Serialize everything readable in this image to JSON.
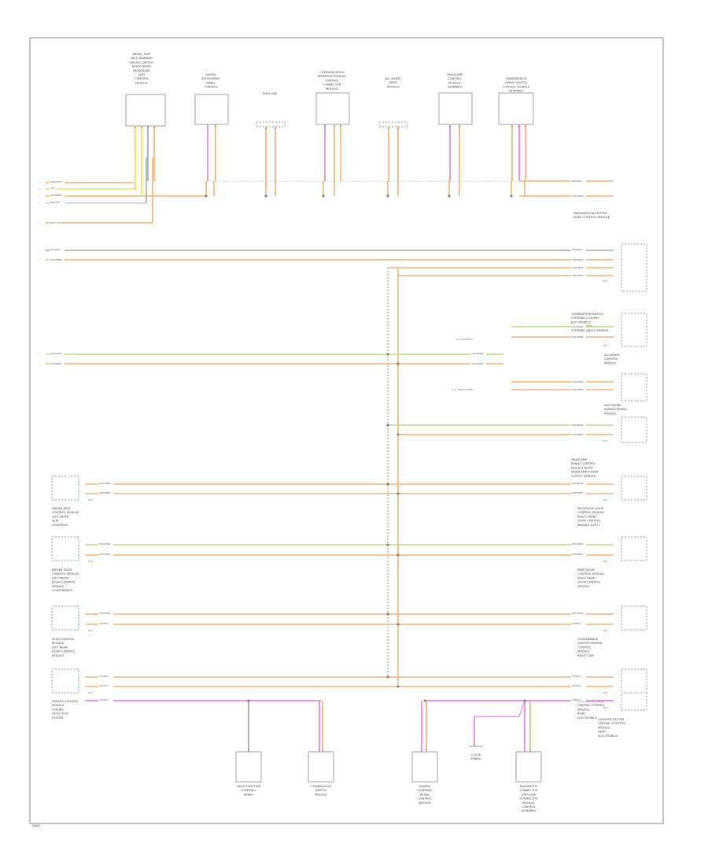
{
  "diagram": {
    "figure_id": "19801",
    "top_components": [
      {
        "id": "c1",
        "lines": [
          "BRAKE, SEAT",
          "BELT WARNING",
          "BUCKLE SWITCH",
          "RIGHT FRONT",
          "PASSENGER",
          "SEAT",
          "CONTROL",
          "MODULE"
        ]
      },
      {
        "id": "c2",
        "lines": [
          "DIGITAL",
          "INSTRUMENT",
          "PANEL",
          "CONTROL"
        ]
      },
      {
        "id": "c3",
        "lines": [
          "DATA LINK"
        ]
      },
      {
        "id": "c4",
        "lines": [
          "COMMUNICATION",
          "INTERFACE MODULE",
          "CONTROL",
          "CONNECTOR",
          "MODULE"
        ]
      },
      {
        "id": "c5",
        "lines": [
          "ALL-WHEEL",
          "DRIVE",
          "MODULE"
        ]
      },
      {
        "id": "c6",
        "lines": [
          "HEADLAMP",
          "CONTROL",
          "MODULE",
          "ASSEMBLY"
        ]
      },
      {
        "id": "c7",
        "lines": [
          "TRANSMISSION",
          "RANGE SWITCH",
          "CONTROL MODULE",
          "ASSEMBLY"
        ]
      }
    ],
    "right_components": [
      {
        "id": "r1",
        "lines": [
          "TRANSMISSION SHIFTER",
          "LEVER CONTROL MODULE"
        ]
      },
      {
        "id": "r2",
        "lines": [
          "COMBINATION SWITCH",
          "STEERING COLUMN",
          "ELECTRONICS",
          "MODULE WITH",
          "STEERING ANGLE SENSOR"
        ]
      },
      {
        "id": "r3",
        "lines": [
          "ALL-WHEEL",
          "CONTROL",
          "MODULE"
        ]
      },
      {
        "id": "r4",
        "lines": [
          "ELECTRONIC",
          "PARKING BRAKE",
          "MODULE"
        ]
      },
      {
        "id": "r5",
        "lines": [
          "HEADLAMP",
          "RANGE CONTROL",
          "MODULE RIGHT",
          "HEADLAMP POWER",
          "OUTPUT MODULE"
        ]
      },
      {
        "id": "r6",
        "lines": [
          "PASSENGER DOOR",
          "CONTROL MODULE",
          "RIGHT FRONT",
          "DOOR CONTROL",
          "MODULE (LEFT)"
        ]
      },
      {
        "id": "r7",
        "lines": [
          "REAR DOOR",
          "CONTROL MODULE",
          "RIGHT REAR",
          "DOOR CONTROL",
          "MODULE"
        ]
      },
      {
        "id": "r8",
        "lines": [
          "CONVENIENCE",
          "SYSTEM CENTRAL",
          "CONTROL",
          "MODULE",
          "RIGHT SIDE"
        ]
      },
      {
        "id": "r9",
        "lines": [
          "COMFORT SYSTEM",
          "CENTRAL CONTROL",
          "MODULE",
          "REAR",
          "ELECTRONICS"
        ]
      }
    ],
    "left_components": [
      {
        "id": "l1",
        "lines": [
          "DRIVER SEAT",
          "CONTROL MODULE",
          "LEFT FRONT",
          "SEAT",
          "CONTROLS"
        ]
      },
      {
        "id": "l2",
        "lines": [
          "DRIVER DOOR",
          "CONTROL MODULE",
          "LEFT FRONT",
          "DOOR CONTROL",
          "MODULE",
          "CONVENIENCE"
        ]
      },
      {
        "id": "l3",
        "lines": [
          "REAR CONTROL",
          "MODULE",
          "LEFT REAR",
          "DOOR CONTROL",
          "MODULE"
        ]
      },
      {
        "id": "l4",
        "lines": [
          "TRAILER CONTROL",
          "MODULE",
          "TOWING",
          "DETECTION",
          "SYSTEM"
        ]
      }
    ],
    "bottom_components": [
      {
        "id": "b1",
        "lines": [
          "MULTI-FUNCTION",
          "STEERING",
          "WHEEL"
        ]
      },
      {
        "id": "b2",
        "lines": [
          "COMBINATION",
          "SWITCH",
          "MODULE"
        ]
      },
      {
        "id": "b3",
        "lines": [
          "HEATED",
          "STEERING",
          "WHEEL",
          "CONTROL",
          "MODULE"
        ]
      },
      {
        "id": "b4",
        "lines": [
          "CLOCK",
          "SPRING"
        ]
      },
      {
        "id": "b5",
        "lines": [
          "DIAGNOSTIC",
          "CONNECTOR",
          "DATA LINK",
          "CONNECTOR",
          "MODULE",
          "CONTROL",
          "ASSEMBLY"
        ]
      }
    ],
    "left_wire_labels": [
      "GRN/WHT",
      "YEL",
      "ORN/BRN",
      "BLK/YEL",
      "BRN",
      "ORN/BLU",
      "ORN/BRN",
      "ORN/GRN",
      "ORN/BRN"
    ],
    "right_wire_labels": [
      "ORN/BLK",
      "ORN/BRN",
      "ORN/BLU",
      "ORN/BRN",
      "ORN/BRN",
      "ORN/BRN",
      "ORN/GRN",
      "ORN/BRN",
      "ORN/BRN",
      "ORN/BRN",
      "ORN/GRN",
      "ORN/BRN",
      "ORN/BRN",
      "ORN/BRN",
      "ORN/BRN",
      "ORN/BRN",
      "ORN/BRN",
      "ORN/BRN",
      "ORN/BRN",
      "VIO/BLU"
    ],
    "inline_labels": [
      "IC (L-SWITCH)",
      "IC (L-SWITCH BUS)"
    ],
    "connector_tags": [
      "T16",
      "T16",
      "T10",
      "T10",
      "T10",
      "T10",
      "T10",
      "T10",
      "T16",
      "T16",
      "T16",
      "T16"
    ],
    "colors": {
      "orange": "#f5b27a",
      "orange_dark": "#e8a060",
      "green": "#b6dd86",
      "violet": "#e287e2",
      "yellow": "#f0e060",
      "gray": "#a8a8a8",
      "frame": "#8a8a8a",
      "text": "#555555"
    }
  }
}
